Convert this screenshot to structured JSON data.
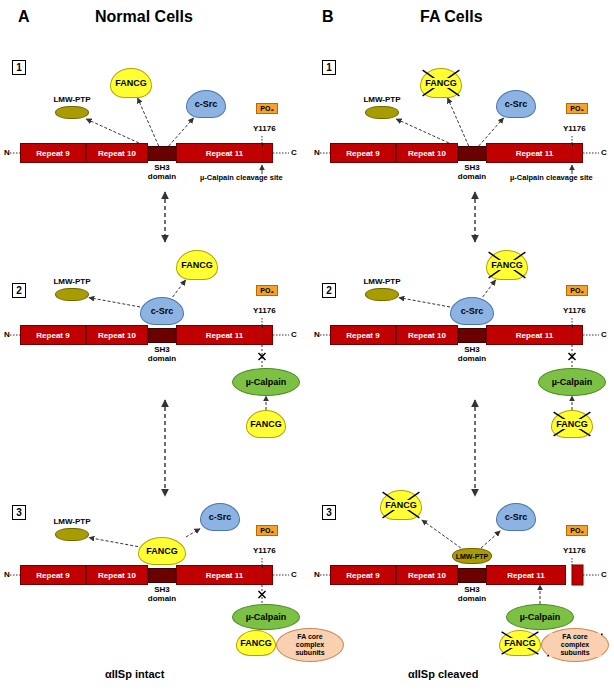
{
  "diagram": {
    "nodes": [
      {
        "text": [
          "1"
        ]
      },
      {
        "text": [
          "FANCG"
        ]
      },
      {
        "text": [
          "LMW-PTP"
        ]
      },
      {
        "text": [
          "c-Src"
        ]
      },
      {
        "text": [
          "PO₄"
        ]
      },
      {
        "text": [
          "Repeat 9"
        ]
      },
      {
        "text": [
          "Repeat 10"
        ]
      },
      {
        "text": [
          "SH3 domain"
        ]
      },
      {
        "text": [
          "Repeat 11"
        ]
      },
      {
        "text": [
          "2"
        ]
      },
      {
        "text": [
          "FANCG"
        ]
      },
      {
        "text": [
          "LMW-PTP"
        ]
      },
      {
        "text": [
          "c-Src"
        ]
      },
      {
        "text": [
          "PO₄"
        ]
      },
      {
        "text": [
          "Repeat 9"
        ]
      },
      {
        "text": [
          "Repeat 10"
        ]
      },
      {
        "text": [
          "SH3 domain"
        ]
      },
      {
        "text": [
          "Repeat 11"
        ]
      },
      {
        "text": [
          "µ-Calpain"
        ]
      },
      {
        "text": [
          "FANCG"
        ]
      },
      {
        "text": [
          "3"
        ]
      },
      {
        "text": [
          "LMW-PTP"
        ]
      },
      {
        "text": [
          "c-Src"
        ]
      },
      {
        "text": [
          "PO₄"
        ]
      },
      {
        "text": [
          "FANCG"
        ]
      },
      {
        "text": [
          "Repeat 9"
        ]
      },
      {
        "text": [
          "Repeat 10"
        ]
      },
      {
        "text": [
          "SH3 domain"
        ]
      },
      {
        "text": [
          "Repeat 11"
        ]
      },
      {
        "text": [
          "µ-Calpain"
        ]
      },
      {
        "text": [
          "FANCG"
        ]
      },
      {
        "text": [
          "FA core complex subunits"
        ]
      },
      {
        "text": [
          "1"
        ]
      },
      {
        "text": [
          "FANCG"
        ]
      },
      {
        "text": [
          "LMW-PTP"
        ]
      },
      {
        "text": [
          "c-Src"
        ]
      },
      {
        "text": [
          "PO₄"
        ]
      },
      {
        "text": [
          "Repeat 9"
        ]
      },
      {
        "text": [
          "Repeat 10"
        ]
      },
      {
        "text": [
          "SH3 domain"
        ]
      },
      {
        "text": [
          "Repeat 11"
        ]
      },
      {
        "text": [
          "2"
        ]
      },
      {
        "text": [
          "FANCG"
        ]
      },
      {
        "text": [
          "LMW-PTP"
        ]
      },
      {
        "text": [
          "c-Src"
        ]
      },
      {
        "text": [
          "PO₄"
        ]
      },
      {
        "text": [
          "Repeat 9"
        ]
      },
      {
        "text": [
          "Repeat 10"
        ]
      },
      {
        "text": [
          "SH3 domain"
        ]
      },
      {
        "text": [
          "Repeat 11"
        ]
      },
      {
        "text": [
          "µ-Calpain"
        ]
      },
      {
        "text": [
          "FANCG"
        ]
      },
      {
        "text": [
          "3"
        ]
      },
      {
        "text": [
          "FANCG"
        ]
      },
      {
        "text": [
          "c-Src"
        ]
      },
      {
        "text": [
          "PO₄"
        ]
      },
      {
        "text": [
          "LMW-PTP"
        ]
      },
      {
        "text": [
          "Repeat 9"
        ]
      },
      {
        "text": [
          "Repeat 10"
        ]
      },
      {
        "text": [
          "SH3 domain"
        ]
      },
      {
        "text": [
          "Repeat 11"
        ]
      },
      {
        "text": [
          "µ-Calpain"
        ]
      },
      {
        "text": [
          "FANCG"
        ]
      },
      {
        "text": [
          "FA core complex subunits"
        ]
      }
    ],
    "edges": [
      {
        "from": 7,
        "to": 2,
        "arrow": "to"
      },
      {
        "from": 7,
        "to": 1,
        "arrow": "to"
      },
      {
        "from": 7,
        "to": 3,
        "arrow": "to"
      },
      {
        "from": 12,
        "to": 11,
        "arrow": "to"
      },
      {
        "from": 12,
        "to": 10,
        "arrow": "to"
      },
      {
        "from": 19,
        "to": 18,
        "arrow": "to"
      },
      {
        "from": 17,
        "to": 18,
        "arrow": "none"
      },
      {
        "from": 24,
        "to": 21,
        "arrow": "to"
      },
      {
        "from": 24,
        "to": 22,
        "arrow": "to"
      },
      {
        "from": 28,
        "to": 29,
        "arrow": "none"
      },
      {
        "from": 39,
        "to": 34,
        "arrow": "to"
      },
      {
        "from": 39,
        "to": 33,
        "arrow": "to"
      },
      {
        "from": 39,
        "to": 35,
        "arrow": "to"
      },
      {
        "from": 44,
        "to": 43,
        "arrow": "to"
      },
      {
        "from": 44,
        "to": 42,
        "arrow": "to"
      },
      {
        "from": 51,
        "to": 50,
        "arrow": "to"
      },
      {
        "from": 49,
        "to": 50,
        "arrow": "none"
      },
      {
        "from": 56,
        "to": 53,
        "arrow": "to"
      },
      {
        "from": 56,
        "to": 54,
        "arrow": "to"
      },
      {
        "from": 61,
        "to": 60,
        "arrow": "to"
      }
    ],
    "labels": [
      "A",
      "Normal Cells",
      "B",
      "FA Cells",
      "N",
      "Y1176",
      "C",
      "µ-Calpain cleavage site",
      "N",
      "Y1176",
      "C",
      "N",
      "Y1176",
      "C",
      "N",
      "Y1176",
      "C",
      "µ-Calpain cleavage site",
      "N",
      "Y1176",
      "C",
      "N",
      "Y1176",
      "C",
      "αIISp intact",
      "αIISp cleaved"
    ]
  }
}
